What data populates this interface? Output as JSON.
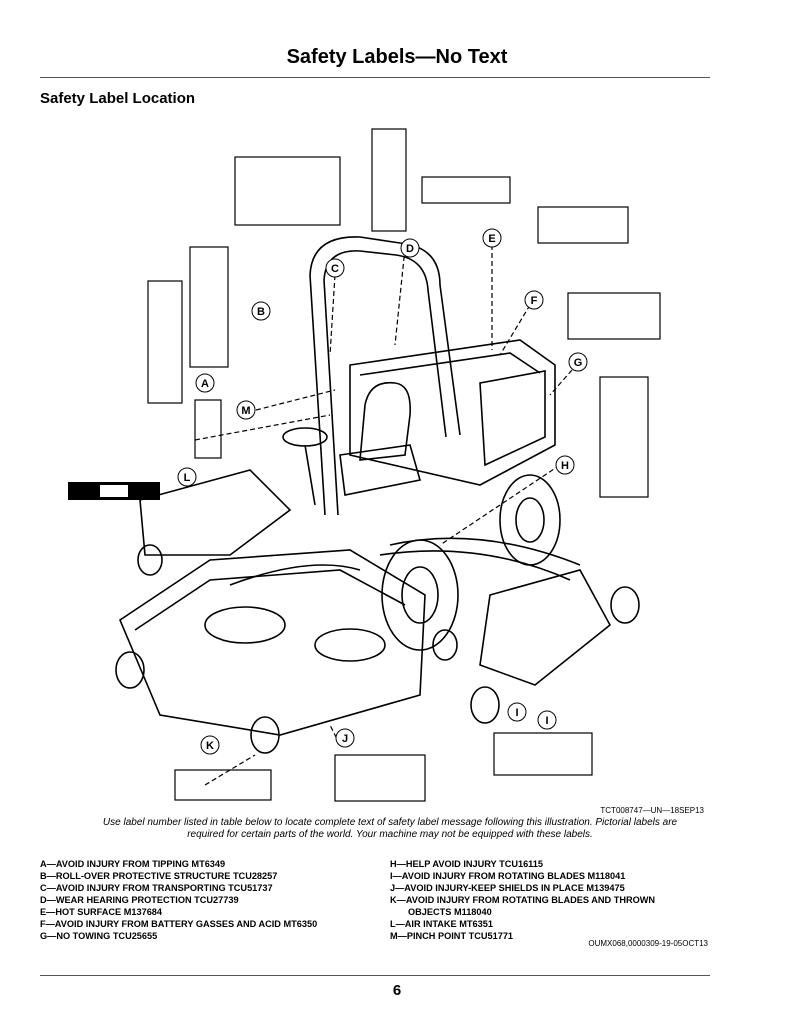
{
  "page": {
    "title": "Safety Labels—No Text",
    "section_heading": "Safety Label Location",
    "figure_ref": "TCT008747—UN—18SEP13",
    "caption_line1": "Use label number listed in table below to locate complete text of safety label message following this illustration. Pictorial labels are",
    "caption_line2": "required for certain parts of the world. Your machine may not be equipped with these labels.",
    "doc_ref": "OUMX068,0000309-19-05OCT13",
    "page_number": "6"
  },
  "callouts": [
    "A",
    "B",
    "C",
    "D",
    "E",
    "F",
    "G",
    "H",
    "I",
    "I",
    "J",
    "K",
    "L",
    "M"
  ],
  "legend_left": [
    "A—AVOID INJURY FROM TIPPING MT6349",
    "B—ROLL-OVER PROTECTIVE STRUCTURE TCU28257",
    "C—AVOID INJURY FROM TRANSPORTING TCU51737",
    "D—WEAR HEARING PROTECTION TCU27739",
    "E—HOT SURFACE M137684",
    "F—AVOID INJURY FROM BATTERY GASSES AND ACID MT6350",
    "G—NO TOWING TCU25655"
  ],
  "legend_right": [
    "H—HELP AVOID INJURY TCU16115",
    "I—AVOID INJURY FROM ROTATING BLADES M118041",
    "J—AVOID INJURY-KEEP SHIELDS IN PLACE M139475",
    "K—AVOID INJURY FROM ROTATING BLADES AND THROWN",
    "OBJECTS M118040",
    "L—AIR INTAKE MT6351",
    "M—PINCH POINT TCU51771"
  ]
}
